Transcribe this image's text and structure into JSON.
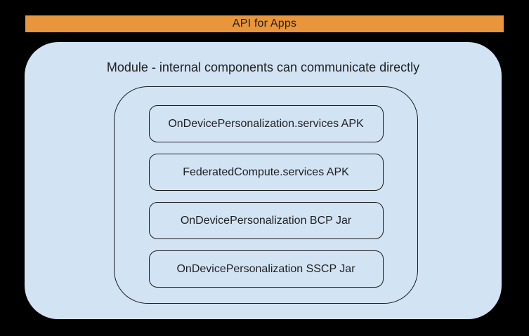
{
  "colors": {
    "page-bg": "#000000",
    "banner-bg": "#E8953C",
    "banner-text": "#1F1F1F",
    "module-bg": "#D2E3F3",
    "outline": "#1B1B1B",
    "text": "#202124"
  },
  "banner": {
    "label": "API for Apps"
  },
  "module": {
    "title": "Module - internal components can communicate directly",
    "components": [
      {
        "label": "OnDevicePersonalization.services APK"
      },
      {
        "label": "FederatedCompute.services APK"
      },
      {
        "label": "OnDevicePersonalization BCP Jar"
      },
      {
        "label": "OnDevicePersonalization SSCP Jar"
      }
    ]
  }
}
